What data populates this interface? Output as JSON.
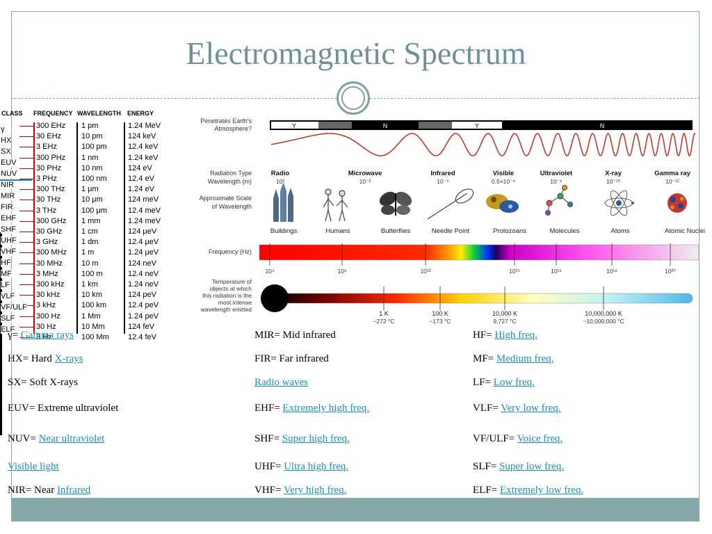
{
  "slide": {
    "title": "Electromagnetic Spectrum"
  },
  "table": {
    "headers": [
      "CLASS",
      "FREQUENCY",
      "WAVELENGTH",
      "ENERGY"
    ],
    "classes": [
      "γ",
      "HX",
      "SX",
      "EUV",
      "NUV",
      "NIR",
      "MIR",
      "FIR",
      "EHF",
      "SHF",
      "UHF",
      "VHF",
      "HF",
      "MF",
      "LF",
      "VLF",
      "VF/ULF",
      "SLF",
      "ELF"
    ],
    "rows": [
      [
        "300 EHz",
        "1 pm",
        "1.24 MeV"
      ],
      [
        "30 EHz",
        "10 pm",
        "124 keV"
      ],
      [
        "3 EHz",
        "100 pm",
        "12.4 keV"
      ],
      [
        "300 PHz",
        "1 nm",
        "1.24 keV"
      ],
      [
        "30 PHz",
        "10 nm",
        "124 eV"
      ],
      [
        "3 PHz",
        "100 nm",
        "12.4 eV"
      ],
      [
        "300 THz",
        "1 μm",
        "1.24 eV"
      ],
      [
        "30 THz",
        "10 μm",
        "124 meV"
      ],
      [
        "3 THz",
        "100 μm",
        "12.4 meV"
      ],
      [
        "300 GHz",
        "1 mm",
        "1.24 meV"
      ],
      [
        "30 GHz",
        "1 cm",
        "124 μeV"
      ],
      [
        "3 GHz",
        "1 dm",
        "12.4 μeV"
      ],
      [
        "300 MHz",
        "1 m",
        "1.24 μeV"
      ],
      [
        "30 MHz",
        "10 m",
        "124 neV"
      ],
      [
        "3 MHz",
        "100 m",
        "12.4 neV"
      ],
      [
        "300 kHz",
        "1 km",
        "1.24 neV"
      ],
      [
        "30 kHz",
        "10 km",
        "124 peV"
      ],
      [
        "3 kHz",
        "100 km",
        "12.4 peV"
      ],
      [
        "300 Hz",
        "1 Mm",
        "1.24 peV"
      ],
      [
        "30 Hz",
        "10 Mm",
        "124 feV"
      ],
      [
        "3 Hz",
        "100 Mm",
        "12.4 feV"
      ]
    ]
  },
  "diagram": {
    "penetrates_label": "Penetrates Earth's Atmosphere?",
    "atmosphere_bar": [
      "Y",
      "N",
      "Y",
      "N"
    ],
    "radiation_type_label": "Radiation Type",
    "wavelength_label": "Wavelength (m)",
    "radiation_types": [
      {
        "name": "Radio",
        "wavelength": "10³"
      },
      {
        "name": "Microwave",
        "wavelength": "10⁻²"
      },
      {
        "name": "Infrared",
        "wavelength": "10⁻⁵"
      },
      {
        "name": "Visible",
        "wavelength": "0.5×10⁻⁶"
      },
      {
        "name": "Ultraviolet",
        "wavelength": "10⁻⁸"
      },
      {
        "name": "X-ray",
        "wavelength": "10⁻¹⁰"
      },
      {
        "name": "Gamma ray",
        "wavelength": "10⁻¹²"
      }
    ],
    "scale_label": "Approximate Scale of Wavelength",
    "scale_objects": [
      "Buildings",
      "Humans",
      "Butterflies",
      "Needle Point",
      "Protozoans",
      "Molecules",
      "Atoms",
      "Atomic Nuclei"
    ],
    "frequency_label": "Frequency (Hz)",
    "frequency_ticks": [
      "10⁴",
      "10⁸",
      "10¹²",
      "10¹⁵",
      "10¹⁶",
      "10¹⁸",
      "10²⁰"
    ],
    "temperature_label": "Temperature of objects at which this radiation is the most intense wavelength emitted",
    "temperature_ticks": [
      {
        "k": "1 K",
        "c": "−272 °C"
      },
      {
        "k": "100 K",
        "c": "−173 °C"
      },
      {
        "k": "10,000 K",
        "c": "9,727 °C"
      },
      {
        "k": "10,000,000 K",
        "c": "~10,000,000 °C"
      }
    ]
  },
  "legend": {
    "col1": [
      {
        "prefix": "γ= ",
        "link": "Gamma rays"
      },
      {
        "prefix": "HX= Hard ",
        "link": "X-rays"
      },
      {
        "prefix": "SX= Soft X-rays",
        "link": ""
      },
      {
        "prefix": "EUV= Extreme ultraviolet",
        "link": ""
      },
      {
        "prefix": "NUV= ",
        "link": "Near ultraviolet"
      },
      {
        "prefix": "",
        "link": "Visible light"
      },
      {
        "prefix": "NIR= Near ",
        "link": "Infrared"
      }
    ],
    "col2": [
      {
        "prefix": "MIR= Mid infrared",
        "link": ""
      },
      {
        "prefix": "FIR= Far infrared",
        "link": ""
      },
      {
        "prefix": "",
        "link": "Radio waves"
      },
      {
        "prefix": "EHF= ",
        "link": "Extremely high freq."
      },
      {
        "prefix": "SHF= ",
        "link": "Super high freq."
      },
      {
        "prefix": "UHF= ",
        "link": "Ultra high freq."
      },
      {
        "prefix": "VHF= ",
        "link": "Very high freq."
      }
    ],
    "col3": [
      {
        "prefix": "HF= ",
        "link": "High freq."
      },
      {
        "prefix": "MF= ",
        "link": "Medium freq."
      },
      {
        "prefix": "LF= ",
        "link": "Low freq."
      },
      {
        "prefix": "VLF= ",
        "link": "Very low freq."
      },
      {
        "prefix": "VF/ULF= ",
        "link": "Voice freq."
      },
      {
        "prefix": "SLF= ",
        "link": "Super low freq."
      },
      {
        "prefix": "ELF= ",
        "link": "Extremely low freq."
      }
    ]
  },
  "colors": {
    "title": "#6f9196",
    "link": "#1a8fb8",
    "footer": "#87a8a8",
    "wave": "#c0392b"
  }
}
